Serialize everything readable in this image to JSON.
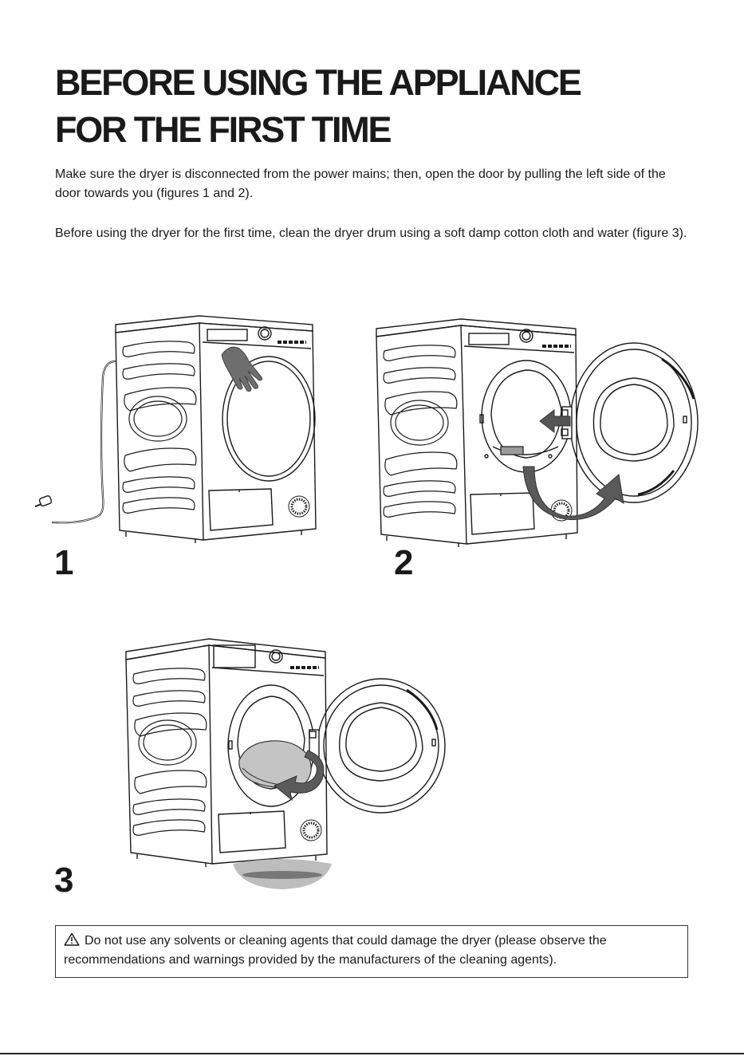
{
  "title": {
    "line1": "BEFORE USING THE APPLIANCE",
    "line2": "FOR THE FIRST TIME"
  },
  "paragraphs": [
    "Make sure the dryer is disconnected from the power mains; then, open the door by pulling the left side of the door towards you (figures 1 and 2).",
    "Before using the dryer for the first time, clean the dryer drum using a soft damp cotton cloth and water (figure 3)."
  ],
  "figures": [
    {
      "number": "1"
    },
    {
      "number": "2"
    },
    {
      "number": "3"
    }
  ],
  "warning": {
    "icon": "warning-triangle-icon",
    "text": "Do not use any solvents or cleaning agents that could damage the dryer (please observe the recommendations and warnings provided by the manufacturers of the cleaning agents)."
  },
  "colors": {
    "text": "#1a1a1a",
    "arrow": "#555555",
    "cloth": "#bdbdbd"
  }
}
